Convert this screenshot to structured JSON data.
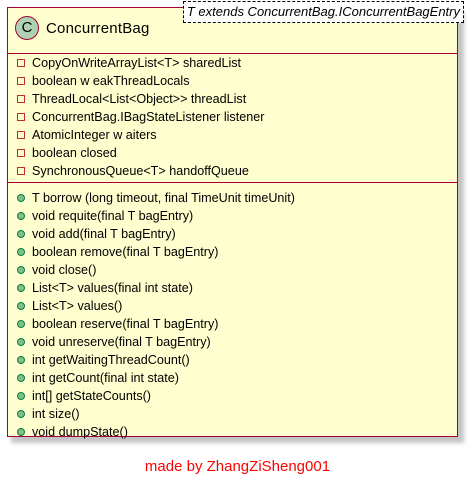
{
  "class": {
    "stereotype_letter": "C",
    "name": "ConcurrentBag",
    "generic_parameter": "T extends ConcurrentBag.IConcurrentBagEntry",
    "badge_color": "#add1b2",
    "border_color": "#a80036",
    "background_color": "#fefece"
  },
  "fields": [
    "CopyOnWriteArrayList<T> sharedList",
    "boolean w eakThreadLocals",
    "ThreadLocal<List<Object>> threadList",
    "ConcurrentBag.IBagStateListener listener",
    "AtomicInteger w aiters",
    "boolean closed",
    "SynchronousQueue<T> handoffQueue"
  ],
  "methods": [
    "T borrow (long timeout, final TimeUnit timeUnit)",
    "void requite(final T bagEntry)",
    "void add(final T bagEntry)",
    "boolean remove(final T bagEntry)",
    "void close()",
    "List<T> values(final int state)",
    "List<T> values()",
    "boolean reserve(final T bagEntry)",
    "void unreserve(final T bagEntry)",
    "int getWaitingThreadCount()",
    "int getCount(final int state)",
    "int[] getStateCounts()",
    "int size()",
    "void dumpState()"
  ],
  "visibility": {
    "field_icon": "private-square-icon",
    "method_icon": "public-circle-icon",
    "field_icon_color": "#c82930",
    "method_icon_color": "#84be84"
  },
  "footer": {
    "text": "made by ZhangZiSheng001",
    "color": "#ff0000"
  }
}
